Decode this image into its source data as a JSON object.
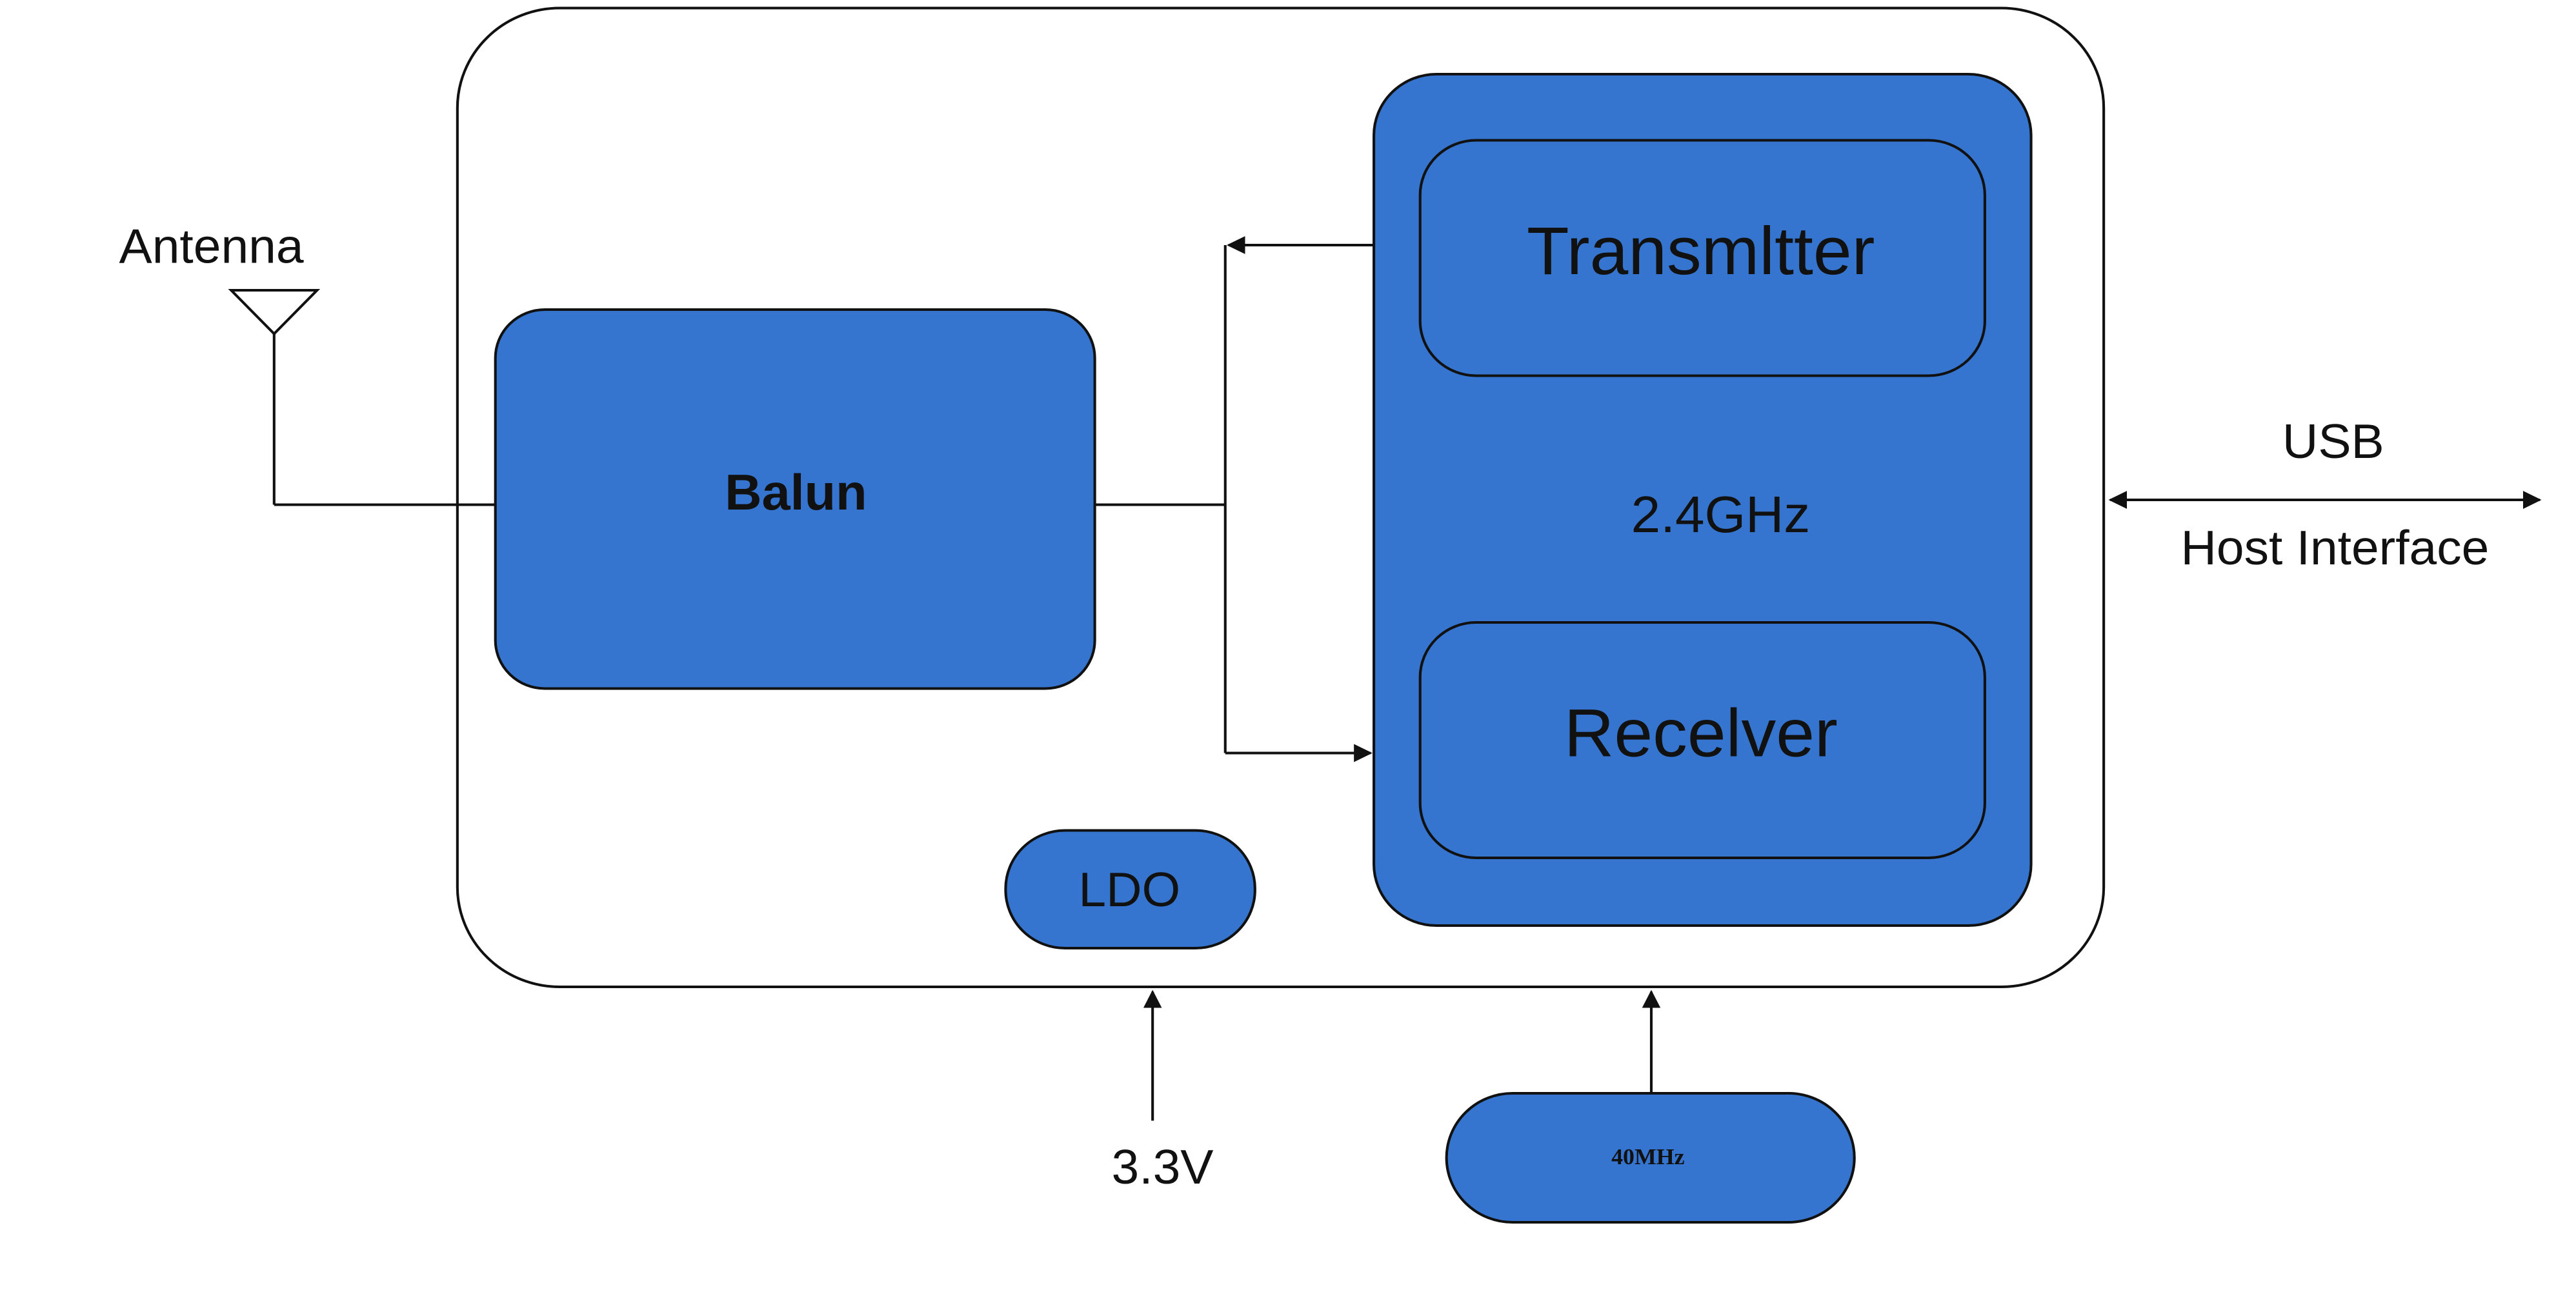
{
  "colors": {
    "block_fill": "#3575CF",
    "stroke": "#111111",
    "background": "#ffffff"
  },
  "labels": {
    "antenna": "Antenna",
    "balun": "Balun",
    "transmitter": "Transmltter",
    "rf_frequency": "2.4GHz",
    "receiver": "Recelver",
    "ldo": "LDO",
    "supply_voltage": "3.3V",
    "crystal": "40MHz",
    "usb": "USB",
    "host_interface": "Host Interface"
  },
  "icons": {
    "antenna": "antenna-icon"
  }
}
